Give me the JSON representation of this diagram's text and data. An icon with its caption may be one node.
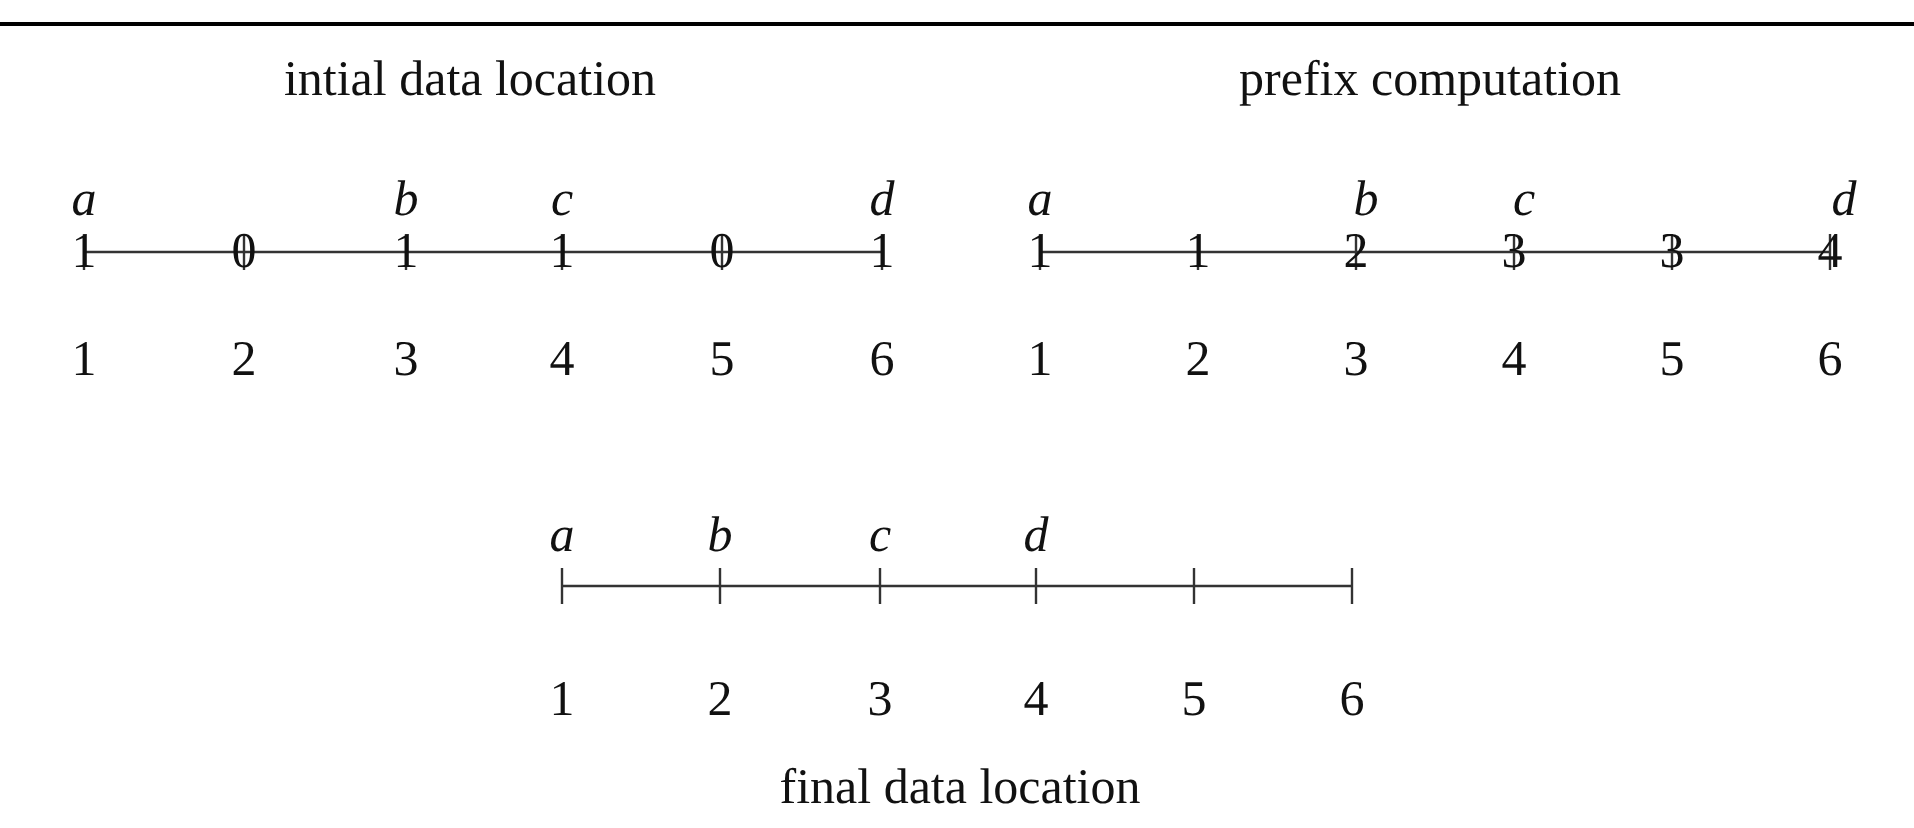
{
  "diagram": {
    "labels": [
      "intial data location",
      "prefix computation",
      "a",
      "b",
      "c",
      "d",
      "a",
      "b",
      "c",
      "d",
      "1",
      "0",
      "1",
      "1",
      "0",
      "1",
      "1",
      "1",
      "2",
      "3",
      "3",
      "4",
      "1",
      "2",
      "3",
      "4",
      "5",
      "6",
      "1",
      "2",
      "3",
      "4",
      "5",
      "6",
      "a",
      "b",
      "c",
      "d",
      "1",
      "2",
      "3",
      "4",
      "5",
      "6",
      "final data location"
    ]
  }
}
